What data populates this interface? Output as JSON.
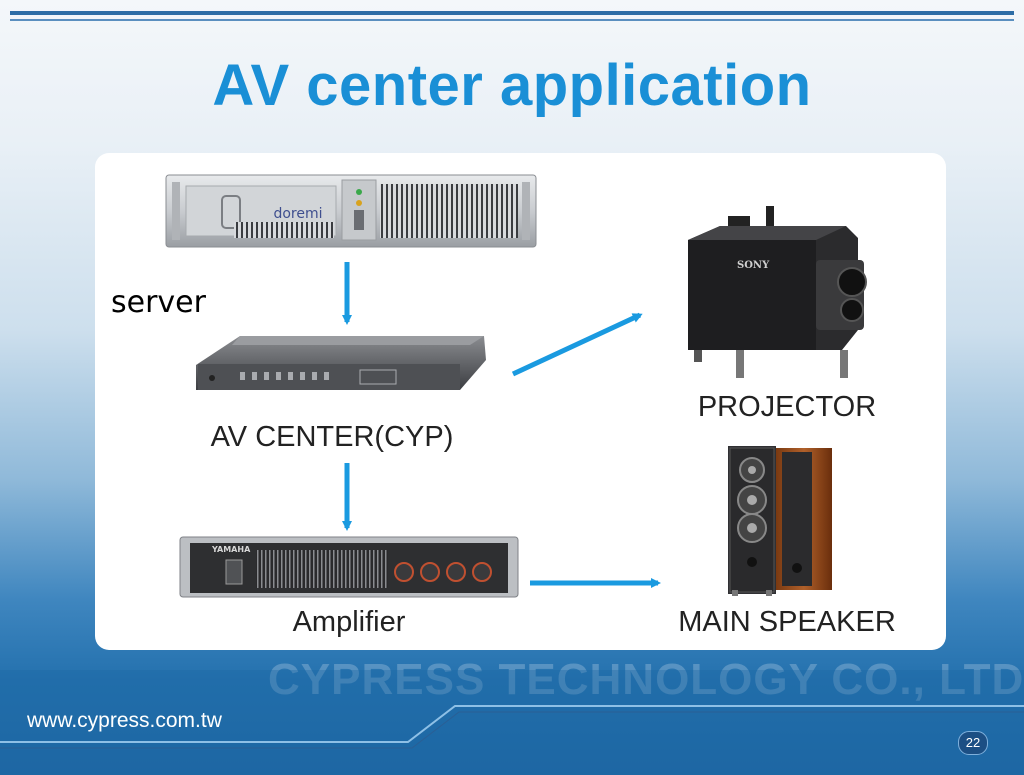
{
  "slide": {
    "title": "AV center application",
    "page_number": "22",
    "website": "www.cypress.com.tw",
    "watermark": "CYPRESS TECHNOLOGY CO., LTD."
  },
  "diagram": {
    "server_label": "server",
    "server_brand": "doremi",
    "av_center_label": "AV CENTER(CYP)",
    "amplifier_label": "Amplifier",
    "amplifier_brand": "YAMAHA",
    "projector_label": "PROJECTOR",
    "projector_brand": "SONY",
    "speaker_label": "MAIN SPEAKER"
  },
  "colors": {
    "title": "#1a8fd6",
    "arrow": "#1a9ae0",
    "footer": "#1e67a4"
  }
}
